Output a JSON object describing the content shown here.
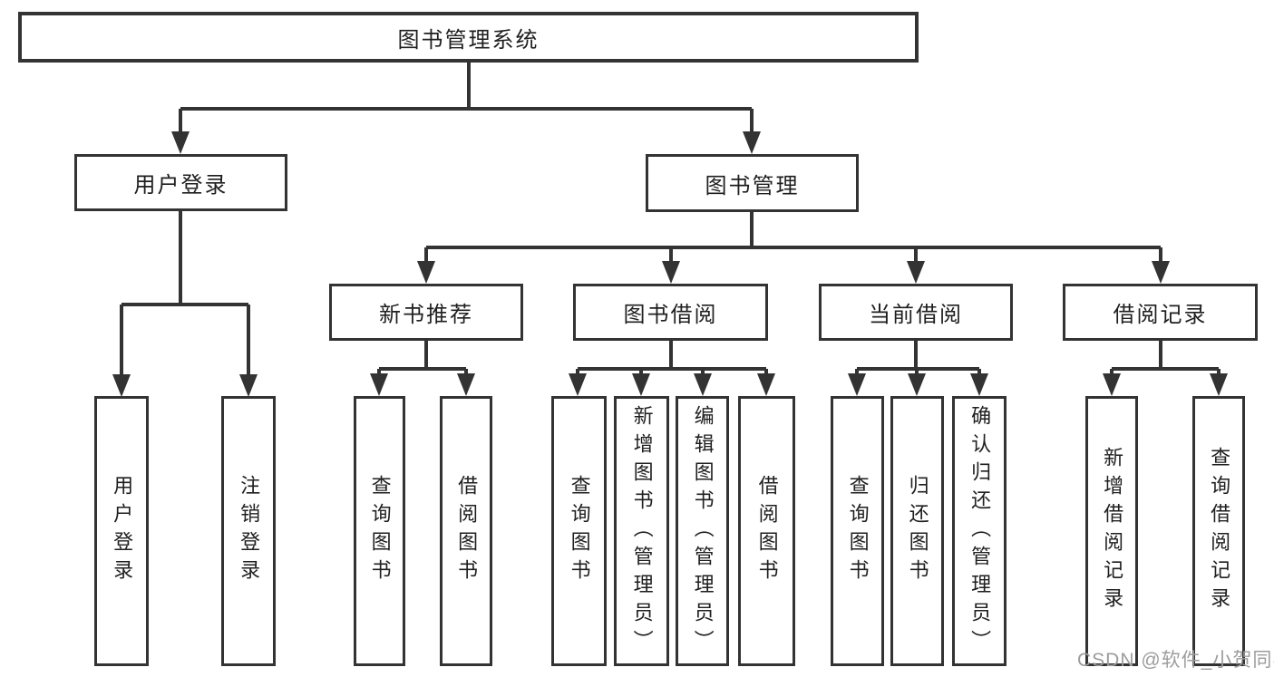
{
  "diagram": {
    "root": {
      "label": "图书管理系统"
    },
    "user_login": {
      "label": "用户登录"
    },
    "book_management": {
      "label": "图书管理"
    },
    "new_book_recommend": {
      "label": "新书推荐"
    },
    "book_borrowing": {
      "label": "图书借阅"
    },
    "current_borrowing": {
      "label": "当前借阅"
    },
    "borrowing_records": {
      "label": "借阅记录"
    },
    "leaves": {
      "user_login_group": [
        "用户登录",
        "注销登录"
      ],
      "new_book_group": [
        "查询图书",
        "借阅图书"
      ],
      "book_borrowing_group": [
        "查询图书",
        "新增图书（管理员）",
        "编辑图书（管理员）",
        "借阅图书"
      ],
      "current_borrowing_group": [
        "查询图书",
        "归还图书",
        "确认归还（管理员）"
      ],
      "borrowing_records_group": [
        "新增借阅记录",
        "查询借阅记录"
      ]
    }
  },
  "watermark": "CSDN @软件_小贺同学",
  "colors": {
    "line": "#333333",
    "text": "#1f1f1f",
    "watermark": "#9c9c9c",
    "background": "#ffffff"
  }
}
